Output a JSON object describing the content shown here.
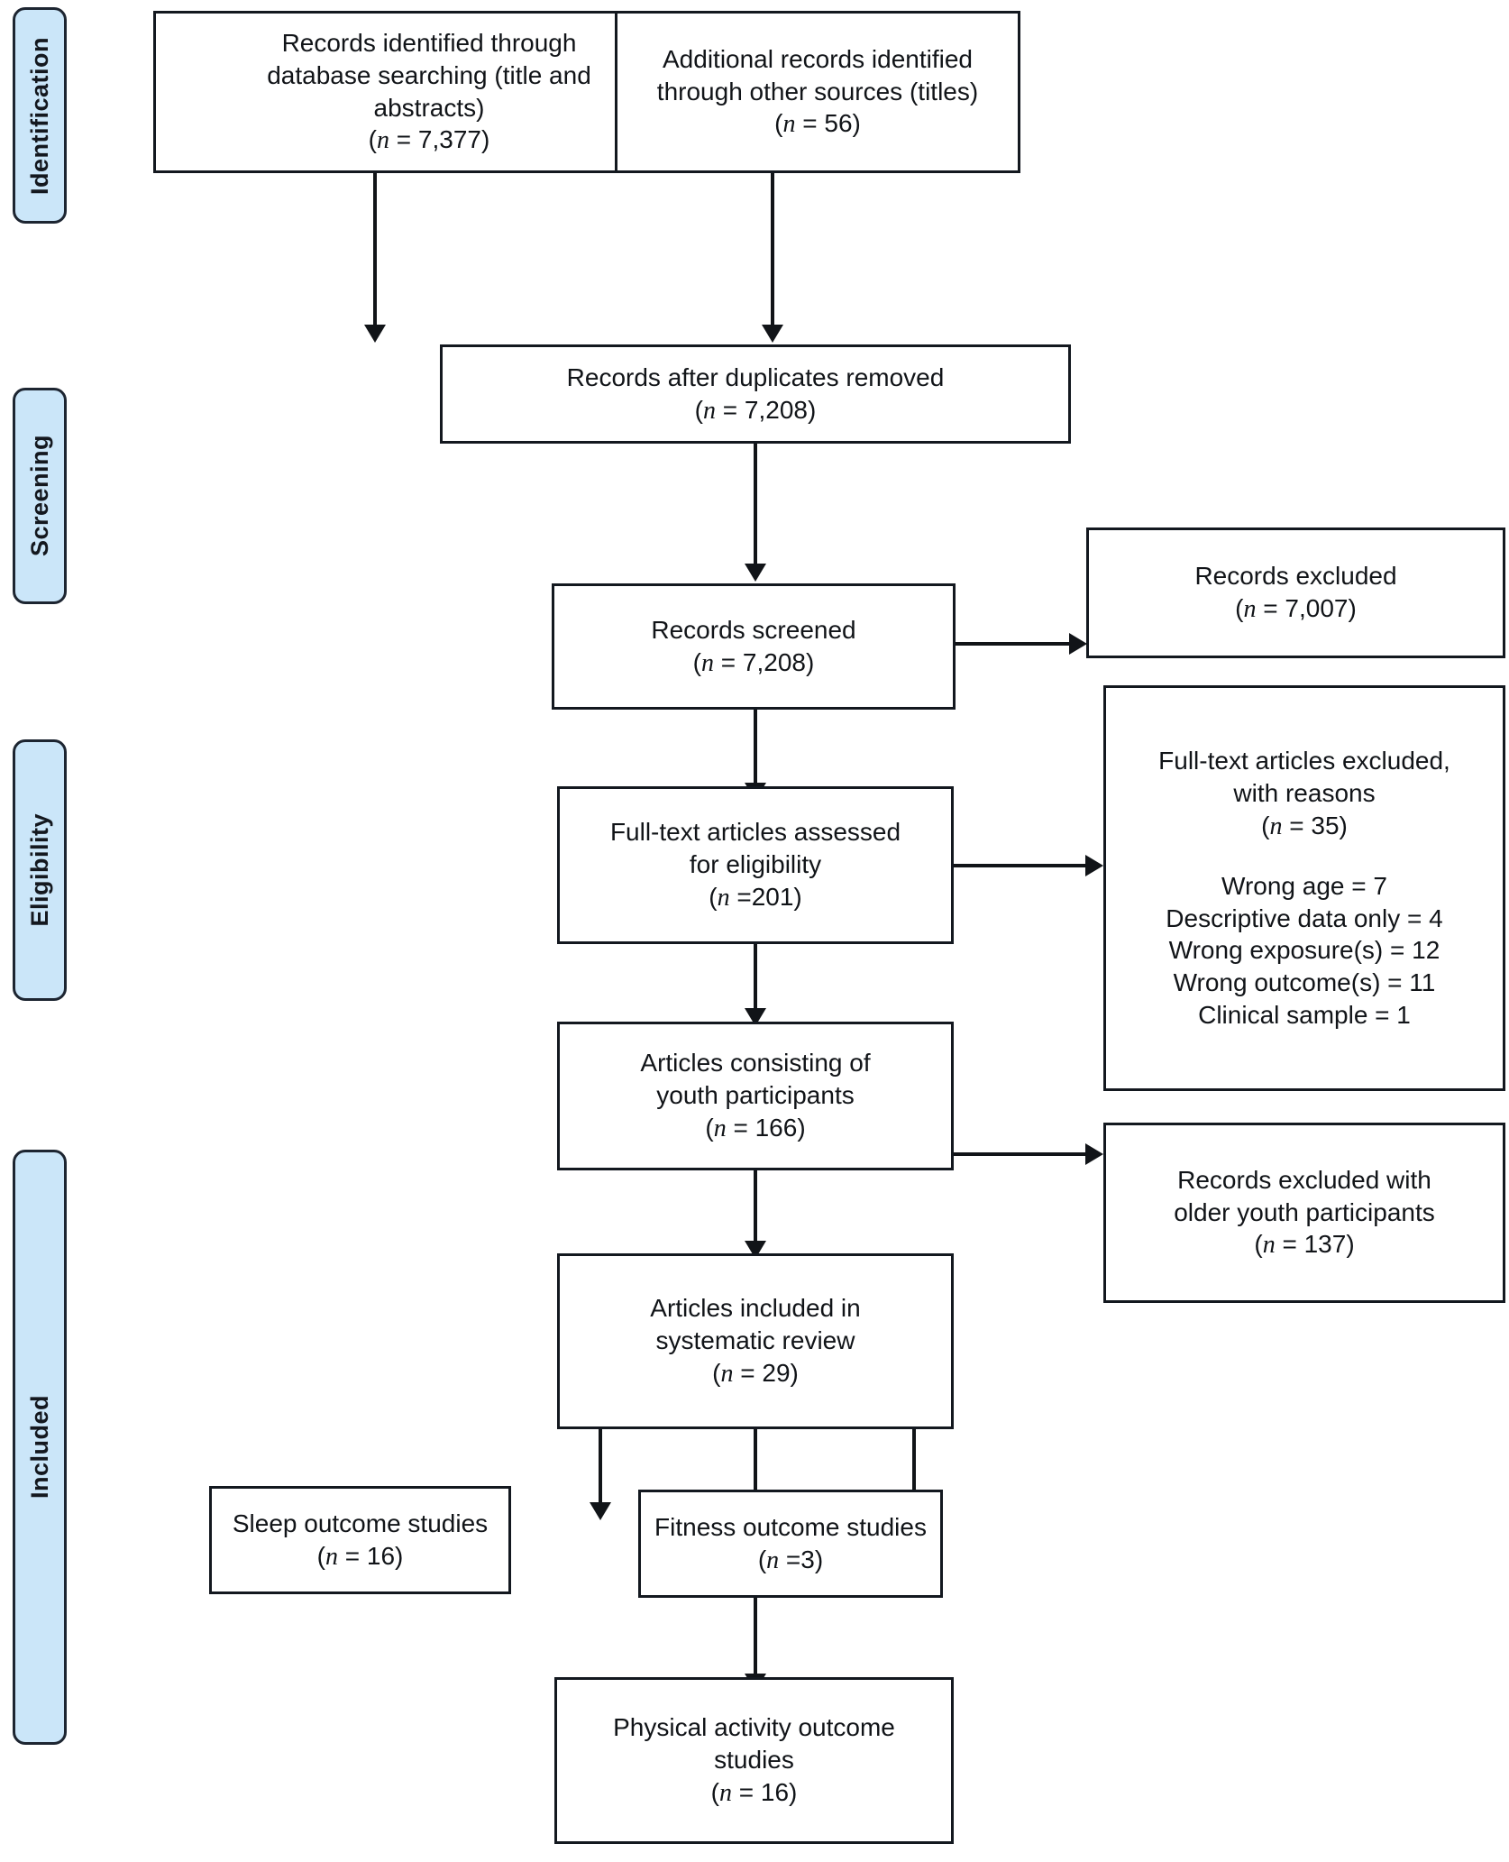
{
  "diagram": {
    "title": "PRISMA study selection flow diagram",
    "accent_color": "#cbe6f9",
    "line_color": "#111418"
  },
  "stages": [
    {
      "id": "identification",
      "label": "Identification"
    },
    {
      "id": "screening",
      "label": "Screening"
    },
    {
      "id": "eligibility",
      "label": "Eligibility"
    },
    {
      "id": "included",
      "label": "Included"
    }
  ],
  "nodes": {
    "database_records": {
      "line1": "Records identified through",
      "line2": "database searching (title and",
      "line3": "abstracts)",
      "count_prefix": "(",
      "count_italic": "n",
      "count_suffix": " = 7,377)"
    },
    "other_records": {
      "line1": "Additional records identified",
      "line2": "through other sources (titles)",
      "count_prefix": "(",
      "count_italic": "n",
      "count_suffix": " = 56)"
    },
    "after_duplicates": {
      "line1": "Records after duplicates removed",
      "count_prefix": "(",
      "count_italic": "n",
      "count_suffix": " = 7,208)"
    },
    "records_screened": {
      "line1": "Records screened",
      "count_prefix": "(",
      "count_italic": "n",
      "count_suffix": " = 7,208)"
    },
    "records_excluded": {
      "line1": "Records excluded",
      "count_prefix": "(",
      "count_italic": "n",
      "count_suffix": " = 7,007)"
    },
    "fulltext_assessed": {
      "line1": "Full-text articles assessed",
      "line2": "for eligibility",
      "count_prefix": "(",
      "count_italic": "n",
      "count_suffix": " =201)"
    },
    "fulltext_excluded": {
      "line1": "Full-text articles excluded,",
      "line2": "with reasons",
      "count_prefix": "(",
      "count_italic": "n",
      "count_suffix": " = 35)",
      "reasons": [
        "Wrong age = 7",
        "Descriptive data only = 4",
        "Wrong exposure(s) = 12",
        "Wrong outcome(s) = 11",
        "Clinical sample = 1"
      ]
    },
    "youth_articles": {
      "line1": "Articles consisting of",
      "line2": "youth participants",
      "count_prefix": "(",
      "count_italic": "n",
      "count_suffix": " = 166)"
    },
    "older_youth_excluded": {
      "line1": "Records excluded with",
      "line2": "older youth participants",
      "count_prefix": "(",
      "count_italic": "n",
      "count_suffix": " = 137)"
    },
    "included_review": {
      "line1": "Articles included in",
      "line2": "systematic review",
      "count_prefix": "(",
      "count_italic": "n",
      "count_suffix": " = 29)"
    },
    "sleep_studies": {
      "line1": "Sleep outcome studies",
      "count_prefix": "(",
      "count_italic": "n",
      "count_suffix": " = 16)"
    },
    "fitness_studies": {
      "line1": "Fitness outcome studies",
      "count_prefix": "(",
      "count_italic": "n",
      "count_suffix": " =3)"
    },
    "physical_activity_studies": {
      "line1": "Physical activity outcome",
      "line2": "studies",
      "count_prefix": "(",
      "count_italic": "n",
      "count_suffix": " = 16)"
    }
  }
}
